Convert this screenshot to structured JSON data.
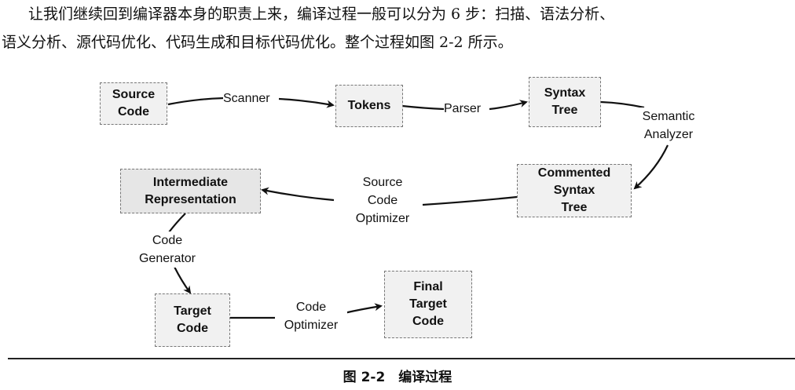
{
  "paragraph": {
    "line1": "让我们继续回到编译器本身的职责上来，编译过程一般可以分为 6 步：扫描、语法分析、",
    "line2": "语义分析、源代码优化、代码生成和目标代码优化。整个过程如图 2-2 所示。"
  },
  "diagram": {
    "nodes": {
      "source_code": [
        "Source",
        "Code"
      ],
      "tokens": [
        "Tokens"
      ],
      "syntax_tree": [
        "Syntax",
        "Tree"
      ],
      "commented_syntax_tree": [
        "Commented",
        "Syntax",
        "Tree"
      ],
      "intermediate_representation": [
        "Intermediate",
        "Representation"
      ],
      "target_code": [
        "Target",
        "Code"
      ],
      "final_target_code": [
        "Final",
        "Target",
        "Code"
      ]
    },
    "edges": {
      "scanner": [
        "Scanner"
      ],
      "parser": [
        "Parser"
      ],
      "semantic_analyzer": [
        "Semantic",
        "Analyzer"
      ],
      "source_code_optimizer": [
        "Source",
        "Code",
        "Optimizer"
      ],
      "code_generator": [
        "Code",
        "Generator"
      ],
      "code_optimizer": [
        "Code",
        "Optimizer"
      ]
    }
  },
  "caption": "图 2-2　编译过程"
}
